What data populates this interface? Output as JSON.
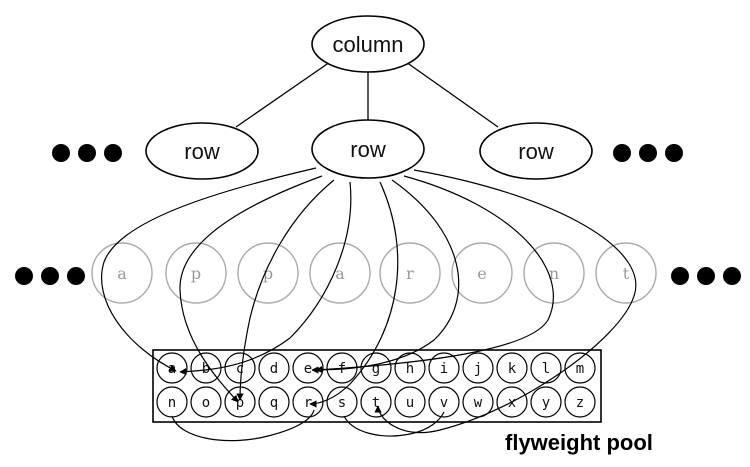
{
  "tree": {
    "root": "column",
    "rows": [
      "row",
      "row",
      "row"
    ]
  },
  "characters": [
    "a",
    "p",
    "p",
    "a",
    "r",
    "e",
    "n",
    "t"
  ],
  "pool": {
    "row1": [
      "a",
      "b",
      "c",
      "d",
      "e",
      "f",
      "g",
      "h",
      "i",
      "j",
      "k",
      "l",
      "m"
    ],
    "row2": [
      "n",
      "o",
      "p",
      "q",
      "r",
      "s",
      "t",
      "u",
      "v",
      "w",
      "x",
      "y",
      "z"
    ],
    "label": "flyweight pool"
  },
  "colors": {
    "ink": "#000000",
    "faded_character": "#a8a8a8"
  }
}
